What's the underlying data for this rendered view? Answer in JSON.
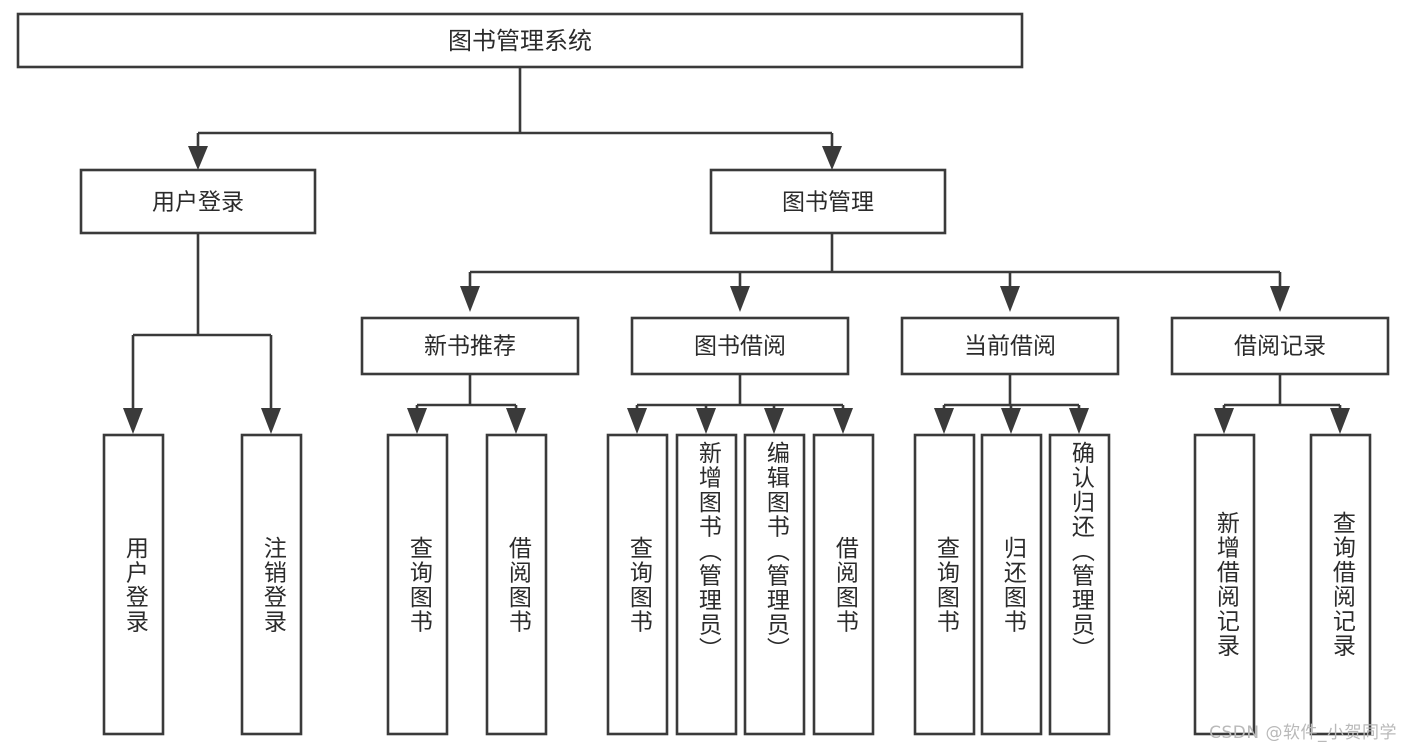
{
  "diagram": {
    "title": "图书管理系统",
    "type": "tree-hierarchy",
    "root": {
      "label": "图书管理系统"
    },
    "level1": [
      {
        "label": "用户登录"
      },
      {
        "label": "图书管理"
      }
    ],
    "level2": [
      {
        "label": "新书推荐"
      },
      {
        "label": "图书借阅"
      },
      {
        "label": "当前借阅"
      },
      {
        "label": "借阅记录"
      }
    ],
    "leaves": {
      "user_login": [
        {
          "label": "用户登录"
        },
        {
          "label": "注销登录"
        }
      ],
      "new_book_recommend": [
        {
          "label": "查询图书"
        },
        {
          "label": "借阅图书"
        }
      ],
      "book_borrow": [
        {
          "label": "查询图书"
        },
        {
          "label": "新增图书（管理员）"
        },
        {
          "label": "编辑图书（管理员）"
        },
        {
          "label": "借阅图书"
        }
      ],
      "current_borrow": [
        {
          "label": "查询图书"
        },
        {
          "label": "归还图书"
        },
        {
          "label": "确认归还（管理员）"
        }
      ],
      "borrow_record": [
        {
          "label": "新增借阅记录"
        },
        {
          "label": "查询借阅记录"
        }
      ]
    }
  },
  "watermark": {
    "text": "CSDN @软件_小贺同学"
  },
  "colors": {
    "stroke": "#3a3a3a",
    "fill": "#ffffff",
    "text": "#2b2b2b",
    "watermark": "#b9b9b9"
  }
}
